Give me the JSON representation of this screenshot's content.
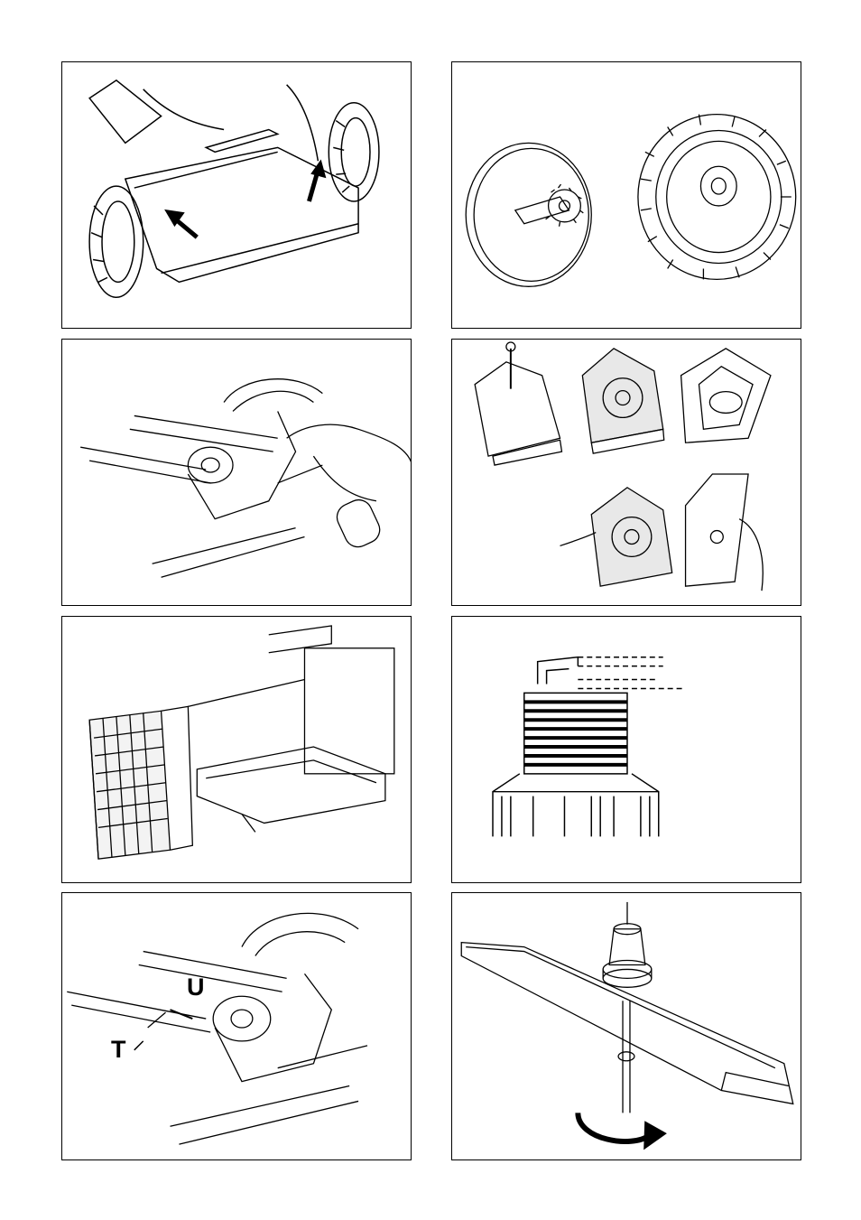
{
  "page": {
    "panels": [
      {
        "id": "fig1",
        "icon": "mower-deck-screws-illustration"
      },
      {
        "id": "fig2",
        "icon": "wheel-gear-illustration"
      },
      {
        "id": "fig3",
        "icon": "belt-lubrication-illustration"
      },
      {
        "id": "fig4",
        "icon": "air-filter-cover-illustration"
      },
      {
        "id": "fig5",
        "icon": "paper-air-filter-illustration"
      },
      {
        "id": "fig6",
        "icon": "spark-plug-illustration"
      },
      {
        "id": "fig7",
        "icon": "belt-adjustment-illustration",
        "labels": {
          "u": "U",
          "t": "T"
        }
      },
      {
        "id": "fig8",
        "icon": "blade-mounting-illustration"
      }
    ]
  }
}
